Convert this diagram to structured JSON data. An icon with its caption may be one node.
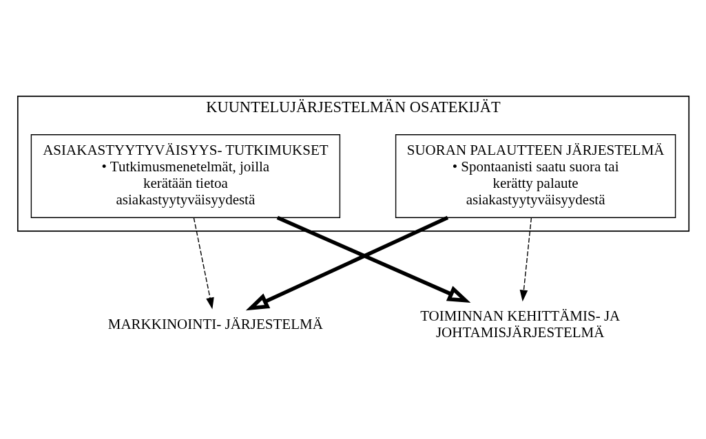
{
  "diagram": {
    "nodes": [
      {
        "text": [
          "KUUNTELUJÄRJESTELMÄN OSATEKIJÄT"
        ]
      },
      {
        "text": [
          "SUORAN PALAUTTEEN JÄRJESTELMÄ",
          "• Spontaanisti saatu suora tai kerätty palaute asiakastyytyväisyydestä"
        ],
        "in": 0
      },
      {
        "text": [
          "ASIAKASTYYTYVÄISYYS- TUTKIMUKSET",
          "• Tutkimusmenetelmät, joilla kerätään tietoa asiakastyytyväisyydestä"
        ],
        "in": 0
      },
      {
        "text": [
          "MARKKINOINTI- JÄRJESTELMÄ"
        ]
      },
      {
        "text": [
          "TOIMINNAN KEHITTÄMIS- JA JOHTAMISJÄRJESTELMÄ"
        ]
      }
    ],
    "edges": [
      {
        "from": 1,
        "to": 3,
        "arrow": "to",
        "style": "thick"
      },
      {
        "from": 1,
        "to": 4,
        "arrow": "to",
        "style": "dashed"
      },
      {
        "from": 2,
        "to": 3,
        "arrow": "to",
        "style": "dashed"
      },
      {
        "from": 2,
        "to": 4,
        "arrow": "to",
        "style": "thick"
      }
    ]
  }
}
